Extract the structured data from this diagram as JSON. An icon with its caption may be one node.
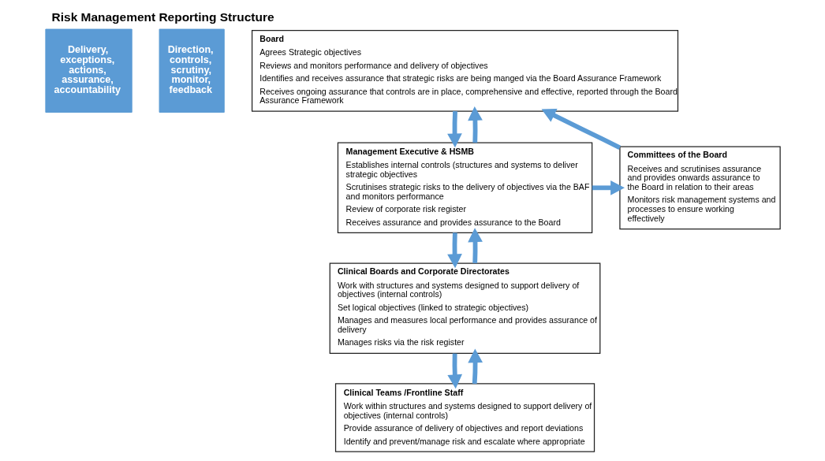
{
  "diagram": {
    "title": "Risk Management Reporting Structure",
    "nodes": [
      {
        "text": [
          "Delivery, exceptions, actions, assurance, accountability"
        ]
      },
      {
        "text": [
          "Direction, controls, scrutiny, monitor, feedback"
        ]
      },
      {
        "text": [
          "Board",
          "Agrees Strategic objectives",
          "Reviews and monitors performance and delivery of objectives",
          "Identifies and receives assurance that strategic risks are being manged via the Board Assurance Framework",
          "Receives ongoing assurance that controls are in place, comprehensive and effective, reported through the Board Assurance Framework"
        ]
      },
      {
        "text": [
          "Management Executive & HSMB",
          "Establishes internal controls (structures and systems to deliver strategic objectives",
          "Scrutinises strategic risks to the delivery of objectives via the BAF and monitors performance",
          "Review of corporate risk register",
          "Receives assurance and provides assurance to the Board"
        ]
      },
      {
        "text": [
          "Committees of the Board",
          "Receives and scrutinises assurance and provides onwards assurance to the Board in relation to their areas",
          "Monitors risk management systems and processes to ensure working effectively"
        ]
      },
      {
        "text": [
          "Clinical Boards and Corporate Directorates",
          "Work with structures and systems designed to support delivery of objectives (internal controls)",
          "Set logical objectives (linked to strategic objectives)",
          "Manages and measures local performance and provides assurance of delivery",
          "Manages risks via the risk register"
        ]
      },
      {
        "text": [
          "Clinical Teams /Frontline Staff",
          "Work within structures and systems designed to support delivery of objectives (internal controls)",
          "Provide assurance of delivery of objectives and report deviations",
          "Identify and prevent/manage risk and escalate where appropriate"
        ]
      }
    ],
    "edges": [
      {
        "from": 3,
        "to": 2,
        "arrow": "to"
      },
      {
        "from": 2,
        "to": 3,
        "arrow": "to"
      },
      {
        "from": 3,
        "to": 4,
        "arrow": "to"
      },
      {
        "from": 4,
        "to": 2,
        "arrow": "to"
      },
      {
        "from": 5,
        "to": 3,
        "arrow": "to"
      },
      {
        "from": 3,
        "to": 5,
        "arrow": "to"
      },
      {
        "from": 6,
        "to": 5,
        "arrow": "to"
      },
      {
        "from": 5,
        "to": 6,
        "arrow": "to"
      }
    ]
  }
}
